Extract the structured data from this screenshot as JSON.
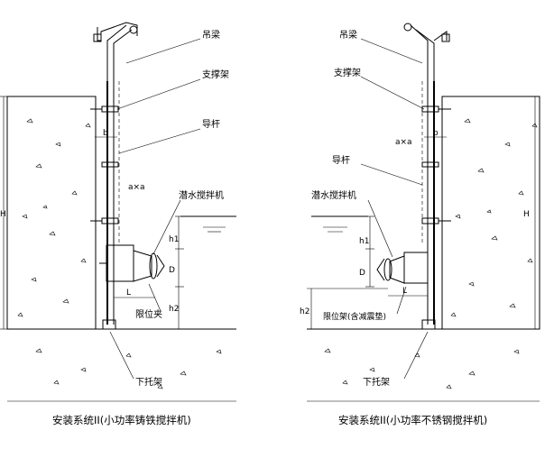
{
  "left": {
    "labels": {
      "hanger": "吊梁",
      "bracket": "支撑架",
      "guide_rod": "导杆",
      "mixer": "潜水搅拌机",
      "limit_clamp": "限位夹",
      "bottom_bracket": "下托架"
    },
    "dims": {
      "H": "H",
      "h1": "h1",
      "h2": "h2",
      "D": "D",
      "L": "L",
      "b": "b",
      "axa": "a×a"
    },
    "caption": "安装系统II(小功率铸铁搅拌机)"
  },
  "right": {
    "labels": {
      "hanger": "吊梁",
      "bracket": "支撑架",
      "guide_rod": "导杆",
      "mixer": "潜水搅拌机",
      "limit_bracket": "限位架(含减震垫)",
      "bottom_bracket": "下托架"
    },
    "dims": {
      "H": "H",
      "h1": "h1",
      "h2": "h2",
      "D": "D",
      "L": "L",
      "b": "b",
      "axa": "a×a"
    },
    "caption": "安装系统II(小功率不锈钢搅拌机)"
  }
}
